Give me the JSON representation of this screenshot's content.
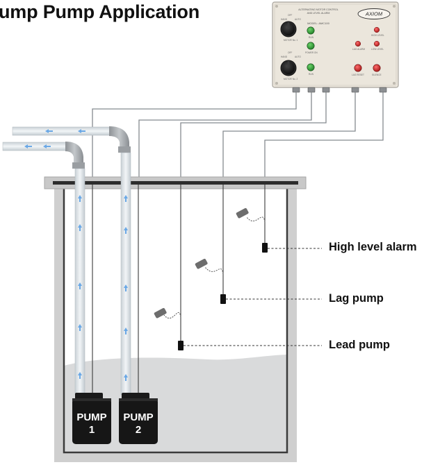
{
  "title": "ump Pump Application",
  "panel": {
    "header_line1": "ALTERNATING MOTOR CONTROL",
    "header_line2": "AND LEVEL ALARM",
    "model": "MODEL: AMC100",
    "brand": "AXIOM",
    "motor1": {
      "hand": "HAND",
      "off": "OFF",
      "auto": "AUTO",
      "label": "MOTOR No. 1",
      "run": "RUN"
    },
    "motor2": {
      "hand": "HAND",
      "off": "OFF",
      "auto": "AUTO",
      "label": "MOTOR No. 2",
      "run": "RUN"
    },
    "power_on": "POWER ON",
    "high_level": "HIGH LEVEL",
    "lag_alarm": "LAG ALARM",
    "low_level": "LOW LEVEL",
    "lag_reset": "LAG RESET",
    "silence": "SILENCE"
  },
  "pumps": [
    {
      "line1": "PUMP",
      "line2": "1"
    },
    {
      "line1": "PUMP",
      "line2": "2"
    }
  ],
  "floats": [
    {
      "label": "High level alarm"
    },
    {
      "label": "Lag pump"
    },
    {
      "label": "Lead pump"
    }
  ]
}
